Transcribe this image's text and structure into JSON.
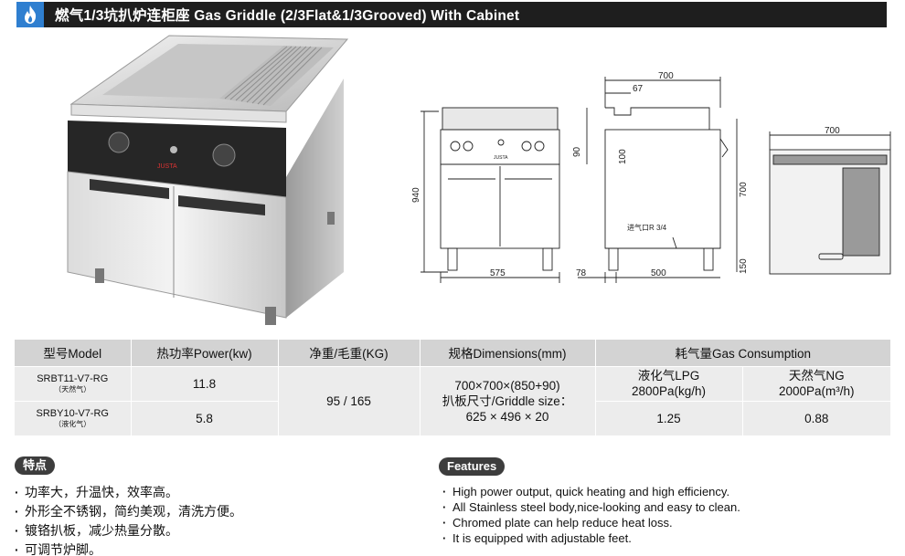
{
  "header": {
    "title": "燃气1/3坑扒炉连柜座 Gas Griddle (2/3Flat&1/3Grooved) With Cabinet",
    "icon": "flame-icon",
    "accent_color": "#2f7fd0"
  },
  "photo": {
    "brand_label": "JUSTA"
  },
  "drawings": {
    "front": {
      "height": "940",
      "width": "575",
      "logo": "JUSTA"
    },
    "side": {
      "width": "700",
      "offset": "67",
      "top_height": "90",
      "panel_height": "100",
      "body_height": "700",
      "leg_height": "150",
      "left_gap": "78",
      "depth": "500",
      "gas_inlet": "进气口R 3/4"
    },
    "top": {
      "width": "700"
    }
  },
  "spec_table": {
    "headers": [
      "型号Model",
      "热功率Power(kw)",
      "净重/毛重(KG)",
      "规格Dimensions(mm)",
      "耗气量Gas Consumption"
    ],
    "rows": [
      {
        "model": "SRBT11-V7-RG",
        "model_note": "（天然气）",
        "power": "11.8"
      },
      {
        "model": "SRBY10-V7-RG",
        "model_note": "（液化气）",
        "power": "5.8"
      }
    ],
    "weight": "95 / 165",
    "dimensions": "700×700×(850+90)",
    "griddle_label": "扒板尺寸/Griddle size：",
    "griddle_size": "625 × 496 × 20",
    "gas": {
      "lpg_label": "液化气LPG",
      "lpg_unit": "2800Pa(kg/h)",
      "lpg_value": "1.25",
      "ng_label": "天然气NG",
      "ng_unit": "2000Pa(m³/h)",
      "ng_value": "0.88"
    }
  },
  "features_cn": {
    "title": "特点",
    "items": [
      "功率大，升温快，效率高。",
      "外形全不锈钢，简约美观，清洗方便。",
      "镀铬扒板，减少热量分散。",
      "可调节炉脚。"
    ]
  },
  "features_en": {
    "title": "Features",
    "items": [
      "High power output, quick heating and high efficiency.",
      "All Stainless steel body,nice-looking and easy to clean.",
      "Chromed plate can help reduce heat loss.",
      "It is equipped with adjustable feet."
    ]
  }
}
